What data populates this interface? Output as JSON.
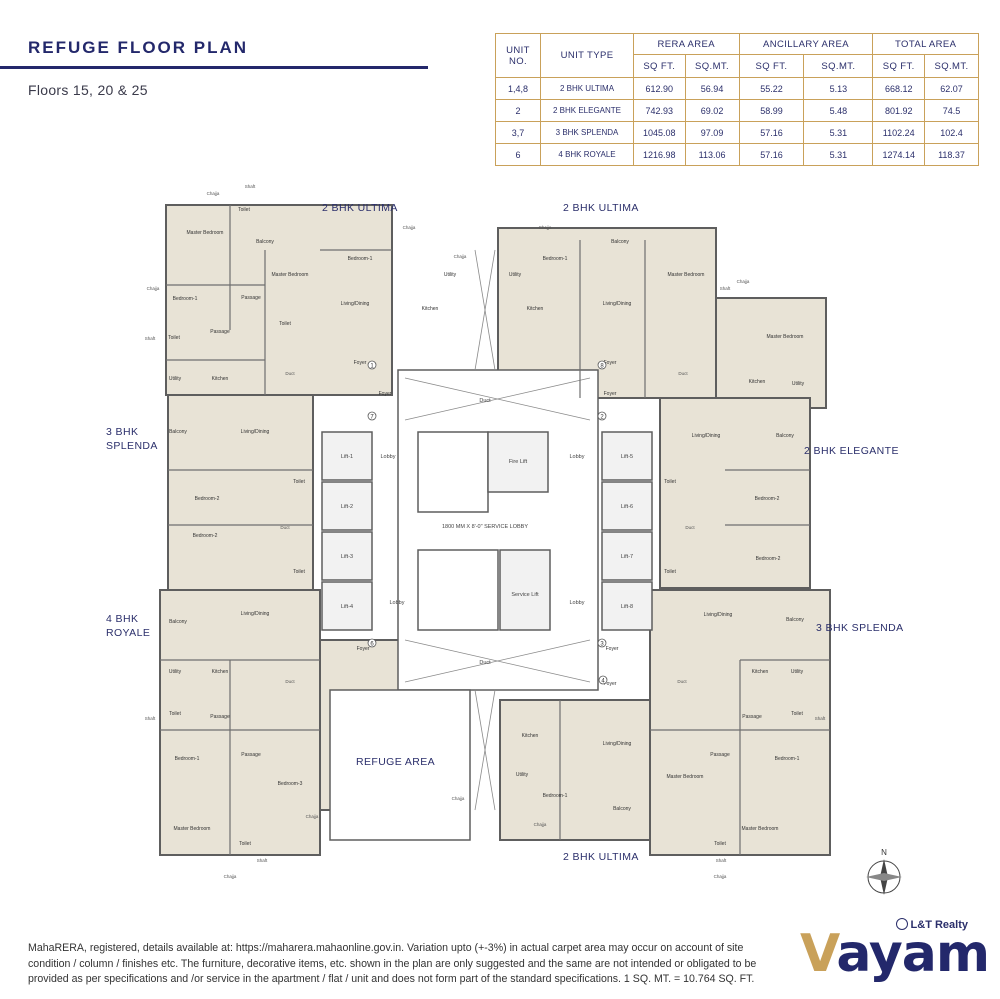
{
  "header": {
    "title": "REFUGE FLOOR PLAN",
    "subtitle": "Floors 15, 20 & 25"
  },
  "area_table": {
    "headers": {
      "unit_no": "UNIT NO.",
      "unit_type": "UNIT TYPE",
      "rera": "RERA AREA",
      "ancillary": "ANCILLARY AREA",
      "total": "TOTAL AREA",
      "sqft": "SQ FT.",
      "sqmt": "SQ.MT."
    },
    "rows": [
      {
        "no": "1,4,8",
        "type": "2 BHK ULTIMA",
        "rera_sqft": "612.90",
        "rera_sqmt": "56.94",
        "anc_sqft": "55.22",
        "anc_sqmt": "5.13",
        "tot_sqft": "668.12",
        "tot_sqmt": "62.07"
      },
      {
        "no": "2",
        "type": "2 BHK ELEGANTE",
        "rera_sqft": "742.93",
        "rera_sqmt": "69.02",
        "anc_sqft": "58.99",
        "anc_sqmt": "5.48",
        "tot_sqft": "801.92",
        "tot_sqmt": "74.5"
      },
      {
        "no": "3,7",
        "type": "3 BHK SPLENDA",
        "rera_sqft": "1045.08",
        "rera_sqmt": "97.09",
        "anc_sqft": "57.16",
        "anc_sqmt": "5.31",
        "tot_sqft": "1102.24",
        "tot_sqmt": "102.4"
      },
      {
        "no": "6",
        "type": "4 BHK ROYALE",
        "rera_sqft": "1216.98",
        "rera_sqmt": "113.06",
        "anc_sqft": "57.16",
        "anc_sqmt": "5.31",
        "tot_sqft": "1274.14",
        "tot_sqmt": "118.37"
      }
    ]
  },
  "plan": {
    "unit_labels": {
      "ultima_top_left": "2 BHK ULTIMA",
      "ultima_top_right": "2 BHK ULTIMA",
      "splenda_left_1": "3 BHK",
      "splenda_left_2": "SPLENDA",
      "elegante": "2 BHK ELEGANTE",
      "royale_1": "4 BHK",
      "royale_2": "ROYALE",
      "splenda_right": "3 BHK SPLENDA",
      "refuge": "REFUGE AREA",
      "ultima_bottom": "2 BHK ULTIMA"
    },
    "core": {
      "lifts_left": [
        "Lift-1",
        "Lift-2",
        "Lift-3",
        "Lift-4"
      ],
      "lifts_right": [
        "Lift-5",
        "Lift-6",
        "Lift-7",
        "Lift-8"
      ],
      "fire_lift": "Fire Lift",
      "service_lift": "Service Lift",
      "lobby": "Lobby",
      "service_lobby": "1800 MM X 8'-0\" SERVICE LOBBY",
      "duct": "Duct"
    },
    "rooms": {
      "master_bedroom": "Master Bedroom",
      "bedroom_1": "Bedroom-1",
      "bedroom_2": "Bedroom-2",
      "bedroom_3": "Bedroom-3",
      "living_dining": "Living/Dining",
      "kitchen": "Kitchen",
      "toilet": "Toilet",
      "utility": "Utility",
      "balcony": "Balcony",
      "passage": "Passage",
      "foyer": "Foyer",
      "chajja": "Chajja",
      "shaft": "Shaft",
      "duct": "Duct"
    },
    "unit_numbers": [
      "1",
      "2",
      "3",
      "4",
      "6",
      "7",
      "8"
    ],
    "compass": "N"
  },
  "footer": {
    "disclaimer": "MahaRERA, registered, details available at: https://maharera.mahaonline.gov.in. Variation upto (+-3%) in actual carpet area may occur on account of site condition / column / finishes etc. The furniture, decorative items, etc. shown in the plan are only suggested and the same are not intended or obligated to be provided as per specifications and /or service in the apartment / flat / unit and does not form part of the standard specifications. 1 SQ. MT. = 10.764 SQ. FT."
  },
  "brand": {
    "developer": "L&T Realty",
    "logo_wordmark": "vayam"
  },
  "colors": {
    "navy": "#23286b",
    "gold": "#c9a15a",
    "room_fill": "#e8e3d6",
    "wall": "#5e5e5e",
    "corridor": "#ffffff"
  }
}
